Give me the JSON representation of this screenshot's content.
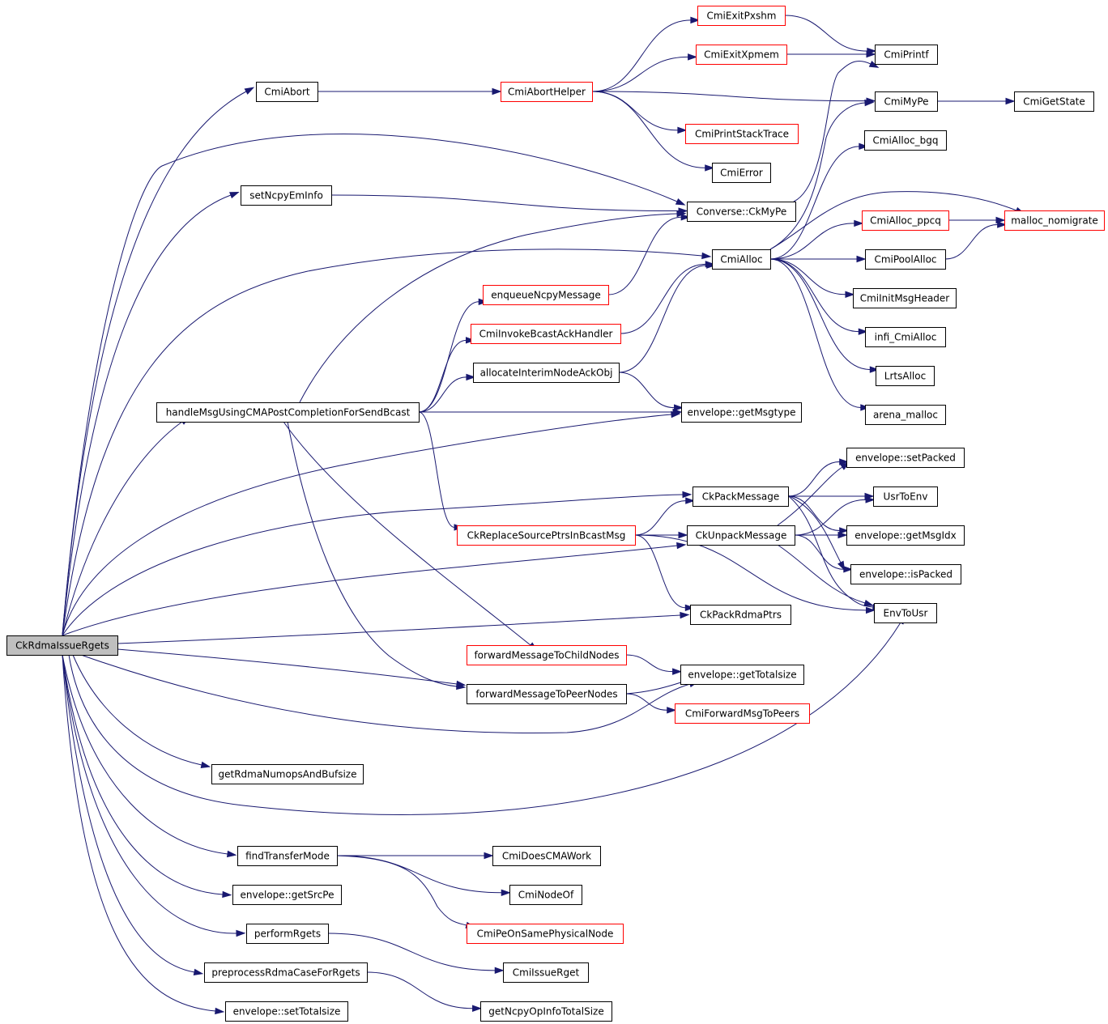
{
  "diagram": {
    "root": "CkRdmaIssueRgets",
    "colors": {
      "edge": "#191970",
      "root_fill": "#bfbfbf",
      "truncated_border": "#ff0000",
      "normal_border": "#000000"
    },
    "nodes": [
      {
        "id": "root",
        "label": "CkRdmaIssueRgets",
        "style": "root"
      },
      {
        "id": "CmiAbort",
        "label": "CmiAbort",
        "style": "normal"
      },
      {
        "id": "CmiAbortHelper",
        "label": "CmiAbortHelper",
        "style": "red"
      },
      {
        "id": "CmiExitPxshm",
        "label": "CmiExitPxshm",
        "style": "red"
      },
      {
        "id": "CmiExitXpmem",
        "label": "CmiExitXpmem",
        "style": "red"
      },
      {
        "id": "CmiPrintf",
        "label": "CmiPrintf",
        "style": "normal"
      },
      {
        "id": "CmiMyPe",
        "label": "CmiMyPe",
        "style": "normal"
      },
      {
        "id": "CmiGetState",
        "label": "CmiGetState",
        "style": "normal"
      },
      {
        "id": "CmiPrintStackTrace",
        "label": "CmiPrintStackTrace",
        "style": "red"
      },
      {
        "id": "CmiError",
        "label": "CmiError",
        "style": "normal"
      },
      {
        "id": "CmiAlloc_bgq",
        "label": "CmiAlloc_bgq",
        "style": "normal"
      },
      {
        "id": "setNcpyEmInfo",
        "label": "setNcpyEmInfo",
        "style": "normal"
      },
      {
        "id": "ConverseCkMyPe",
        "label": "Converse::CkMyPe",
        "style": "normal"
      },
      {
        "id": "CmiAlloc_ppcq",
        "label": "CmiAlloc_ppcq",
        "style": "red"
      },
      {
        "id": "malloc_nomigrate",
        "label": "malloc_nomigrate",
        "style": "red"
      },
      {
        "id": "CmiAlloc",
        "label": "CmiAlloc",
        "style": "normal"
      },
      {
        "id": "CmiPoolAlloc",
        "label": "CmiPoolAlloc",
        "style": "normal"
      },
      {
        "id": "enqueueNcpyMessage",
        "label": "enqueueNcpyMessage",
        "style": "red"
      },
      {
        "id": "CmiInitMsgHeader",
        "label": "CmiInitMsgHeader",
        "style": "normal"
      },
      {
        "id": "CmiInvokeBcastAckHandler",
        "label": "CmiInvokeBcastAckHandler",
        "style": "red"
      },
      {
        "id": "infi_CmiAlloc",
        "label": "infi_CmiAlloc",
        "style": "normal"
      },
      {
        "id": "allocateInterimNodeAckObj",
        "label": "allocateInterimNodeAckObj",
        "style": "normal"
      },
      {
        "id": "LrtsAlloc",
        "label": "LrtsAlloc",
        "style": "normal"
      },
      {
        "id": "handleMsg",
        "label": "handleMsgUsingCMAPostCompletionForSendBcast",
        "style": "normal"
      },
      {
        "id": "getMsgtype",
        "label": "envelope::getMsgtype",
        "style": "normal"
      },
      {
        "id": "arena_malloc",
        "label": "arena_malloc",
        "style": "normal"
      },
      {
        "id": "setPacked",
        "label": "envelope::setPacked",
        "style": "normal"
      },
      {
        "id": "CkPackMessage",
        "label": "CkPackMessage",
        "style": "normal"
      },
      {
        "id": "UsrToEnv",
        "label": "UsrToEnv",
        "style": "normal"
      },
      {
        "id": "CkReplaceSourcePtrs",
        "label": "CkReplaceSourcePtrsInBcastMsg",
        "style": "red"
      },
      {
        "id": "CkUnpackMessage",
        "label": "CkUnpackMessage",
        "style": "normal"
      },
      {
        "id": "getMsgIdx",
        "label": "envelope::getMsgIdx",
        "style": "normal"
      },
      {
        "id": "isPacked",
        "label": "envelope::isPacked",
        "style": "normal"
      },
      {
        "id": "CkPackRdmaPtrs",
        "label": "CkPackRdmaPtrs",
        "style": "normal"
      },
      {
        "id": "EnvToUsr",
        "label": "EnvToUsr",
        "style": "normal"
      },
      {
        "id": "fwdChild",
        "label": "forwardMessageToChildNodes",
        "style": "red"
      },
      {
        "id": "getTotalsize",
        "label": "envelope::getTotalsize",
        "style": "normal"
      },
      {
        "id": "fwdPeer",
        "label": "forwardMessageToPeerNodes",
        "style": "normal"
      },
      {
        "id": "CmiForwardMsgToPeers",
        "label": "CmiForwardMsgToPeers",
        "style": "red"
      },
      {
        "id": "getRdmaNumops",
        "label": "getRdmaNumopsAndBufsize",
        "style": "normal"
      },
      {
        "id": "findTransferMode",
        "label": "findTransferMode",
        "style": "normal"
      },
      {
        "id": "CmiDoesCMAWork",
        "label": "CmiDoesCMAWork",
        "style": "normal"
      },
      {
        "id": "getSrcPe",
        "label": "envelope::getSrcPe",
        "style": "normal"
      },
      {
        "id": "CmiNodeOf",
        "label": "CmiNodeOf",
        "style": "normal"
      },
      {
        "id": "CmiPeOnSame",
        "label": "CmiPeOnSamePhysicalNode",
        "style": "red"
      },
      {
        "id": "performRgets",
        "label": "performRgets",
        "style": "normal"
      },
      {
        "id": "CmiIssueRget",
        "label": "CmiIssueRget",
        "style": "normal"
      },
      {
        "id": "preprocessRdma",
        "label": "preprocessRdmaCaseForRgets",
        "style": "normal"
      },
      {
        "id": "setTotalsize",
        "label": "envelope::setTotalsize",
        "style": "normal"
      },
      {
        "id": "getNcpyOpInfo",
        "label": "getNcpyOpInfoTotalSize",
        "style": "normal"
      }
    ],
    "edges": [
      [
        "root",
        "CmiAbort"
      ],
      [
        "root",
        "ConverseCkMyPe"
      ],
      [
        "root",
        "setNcpyEmInfo"
      ],
      [
        "root",
        "CmiAlloc"
      ],
      [
        "root",
        "handleMsg"
      ],
      [
        "root",
        "getMsgtype"
      ],
      [
        "root",
        "CkPackMessage"
      ],
      [
        "root",
        "CkUnpackMessage"
      ],
      [
        "root",
        "CkPackRdmaPtrs"
      ],
      [
        "root",
        "fwdPeer"
      ],
      [
        "root",
        "getTotalsize"
      ],
      [
        "root",
        "getRdmaNumops"
      ],
      [
        "root",
        "EnvToUsr"
      ],
      [
        "root",
        "findTransferMode"
      ],
      [
        "root",
        "getSrcPe"
      ],
      [
        "root",
        "performRgets"
      ],
      [
        "root",
        "preprocessRdma"
      ],
      [
        "root",
        "setTotalsize"
      ],
      [
        "CmiAbort",
        "CmiAbortHelper"
      ],
      [
        "CmiAbortHelper",
        "CmiExitPxshm"
      ],
      [
        "CmiAbortHelper",
        "CmiExitXpmem"
      ],
      [
        "CmiAbortHelper",
        "CmiMyPe"
      ],
      [
        "CmiAbortHelper",
        "CmiPrintStackTrace"
      ],
      [
        "CmiAbortHelper",
        "CmiError"
      ],
      [
        "CmiExitPxshm",
        "CmiPrintf"
      ],
      [
        "CmiExitXpmem",
        "CmiPrintf"
      ],
      [
        "CmiMyPe",
        "CmiGetState"
      ],
      [
        "setNcpyEmInfo",
        "ConverseCkMyPe"
      ],
      [
        "ConverseCkMyPe",
        "CmiPrintf"
      ],
      [
        "CmiAlloc",
        "CmiMyPe"
      ],
      [
        "CmiAlloc",
        "CmiAlloc_bgq"
      ],
      [
        "CmiAlloc",
        "CmiAlloc_ppcq"
      ],
      [
        "CmiAlloc",
        "malloc_nomigrate"
      ],
      [
        "CmiAlloc",
        "CmiPoolAlloc"
      ],
      [
        "CmiAlloc",
        "CmiInitMsgHeader"
      ],
      [
        "CmiAlloc",
        "infi_CmiAlloc"
      ],
      [
        "CmiAlloc",
        "LrtsAlloc"
      ],
      [
        "CmiAlloc",
        "arena_malloc"
      ],
      [
        "CmiAlloc_ppcq",
        "malloc_nomigrate"
      ],
      [
        "CmiPoolAlloc",
        "malloc_nomigrate"
      ],
      [
        "enqueueNcpyMessage",
        "ConverseCkMyPe"
      ],
      [
        "CmiInvokeBcastAckHandler",
        "CmiAlloc"
      ],
      [
        "allocateInterimNodeAckObj",
        "CmiAlloc"
      ],
      [
        "allocateInterimNodeAckObj",
        "getMsgtype"
      ],
      [
        "handleMsg",
        "ConverseCkMyPe"
      ],
      [
        "handleMsg",
        "enqueueNcpyMessage"
      ],
      [
        "handleMsg",
        "CmiInvokeBcastAckHandler"
      ],
      [
        "handleMsg",
        "allocateInterimNodeAckObj"
      ],
      [
        "handleMsg",
        "getMsgtype"
      ],
      [
        "handleMsg",
        "CkReplaceSourcePtrs"
      ],
      [
        "handleMsg",
        "fwdChild"
      ],
      [
        "handleMsg",
        "fwdPeer"
      ],
      [
        "CkPackMessage",
        "setPacked"
      ],
      [
        "CkPackMessage",
        "UsrToEnv"
      ],
      [
        "CkPackMessage",
        "getMsgIdx"
      ],
      [
        "CkPackMessage",
        "isPacked"
      ],
      [
        "CkPackMessage",
        "EnvToUsr"
      ],
      [
        "CkReplaceSourcePtrs",
        "CkPackMessage"
      ],
      [
        "CkReplaceSourcePtrs",
        "CkUnpackMessage"
      ],
      [
        "CkReplaceSourcePtrs",
        "CkPackRdmaPtrs"
      ],
      [
        "CkReplaceSourcePtrs",
        "EnvToUsr"
      ],
      [
        "CkUnpackMessage",
        "setPacked"
      ],
      [
        "CkUnpackMessage",
        "UsrToEnv"
      ],
      [
        "CkUnpackMessage",
        "getMsgIdx"
      ],
      [
        "CkUnpackMessage",
        "isPacked"
      ],
      [
        "CkUnpackMessage",
        "EnvToUsr"
      ],
      [
        "fwdChild",
        "getTotalsize"
      ],
      [
        "fwdPeer",
        "CmiForwardMsgToPeers"
      ],
      [
        "fwdPeer",
        "getTotalsize"
      ],
      [
        "findTransferMode",
        "CmiDoesCMAWork"
      ],
      [
        "findTransferMode",
        "CmiNodeOf"
      ],
      [
        "findTransferMode",
        "CmiPeOnSame"
      ],
      [
        "performRgets",
        "CmiIssueRget"
      ],
      [
        "preprocessRdma",
        "getNcpyOpInfo"
      ]
    ]
  }
}
